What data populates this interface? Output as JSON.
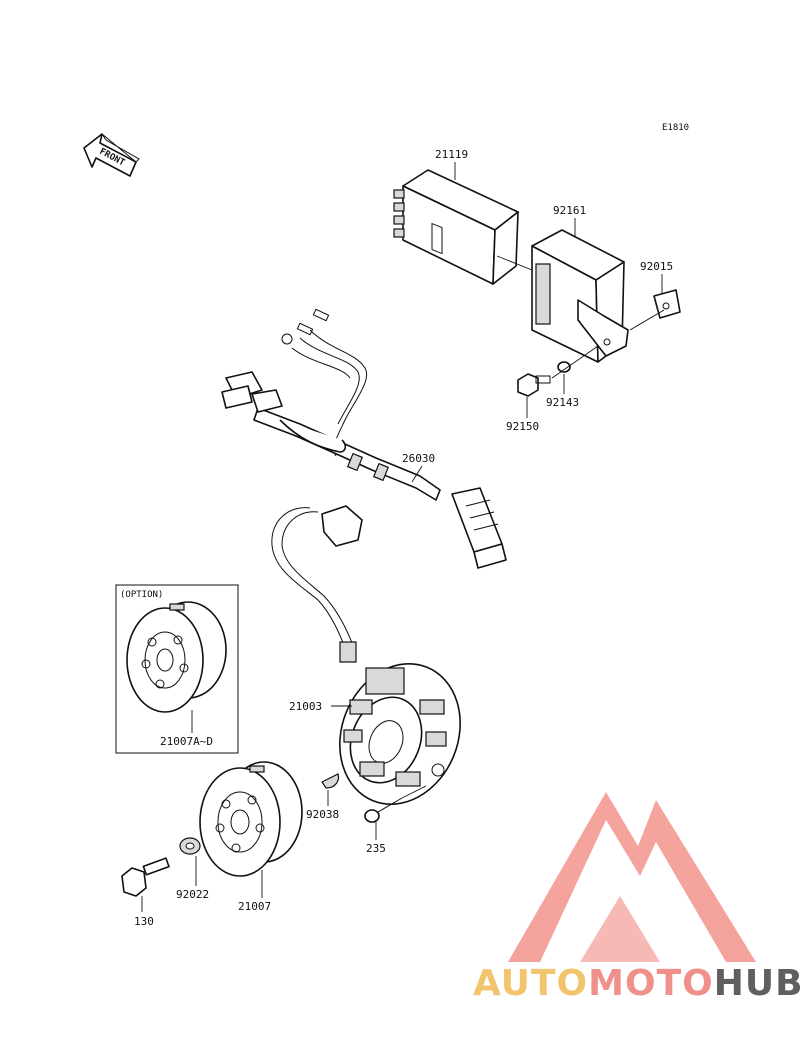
{
  "diagram_code": "E1810",
  "front_arrow_text": "FRONT",
  "option_box_title": "(OPTION)",
  "parts": {
    "cdi_unit": "21119",
    "regulator": "92161",
    "bracket": "92015",
    "bolt_small": "92150",
    "collar": "92143",
    "harness": "26030",
    "stator": "21003",
    "rotor_option": "21007A~D",
    "rotor": "21007",
    "woodruff_key": "92038",
    "screw": "235",
    "washer": "92022",
    "bolt_rotor": "130"
  },
  "watermark": {
    "part1": "AUTO",
    "part2": "MOTO",
    "part3": "HUB",
    "color_auto": "#f3c46e",
    "color_moto": "#f1908a",
    "color_hub": "#5f5f5f",
    "color_logo": "#f39a92"
  }
}
